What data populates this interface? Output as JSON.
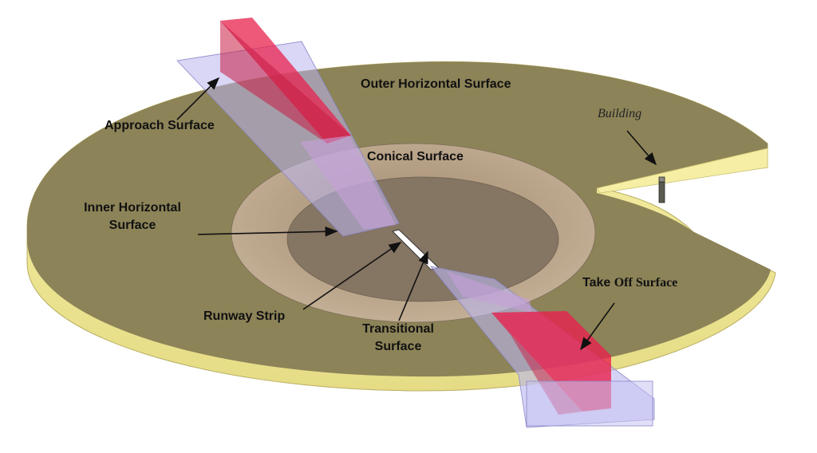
{
  "labels": {
    "outer_horizontal": "Outer Horizontal Surface",
    "approach": "Approach Surface",
    "conical": "Conical Surface",
    "inner_horizontal_line1": "Inner Horizontal",
    "inner_horizontal_line2": "Surface",
    "building": "Building",
    "runway_strip": "Runway Strip",
    "transitional_line1": "Transitional",
    "transitional_line2": "Surface",
    "take_off_word": "Take",
    "take_off_rest": "Off Surface"
  },
  "colors": {
    "disc_top": "#8c8358",
    "disc_side": "#f3ec9c",
    "conical": "#b39c82",
    "inner": "#8a7a66",
    "approach_red": "#e8224e",
    "approach_box": "#b9b5ef",
    "runway": "#ffffff"
  }
}
